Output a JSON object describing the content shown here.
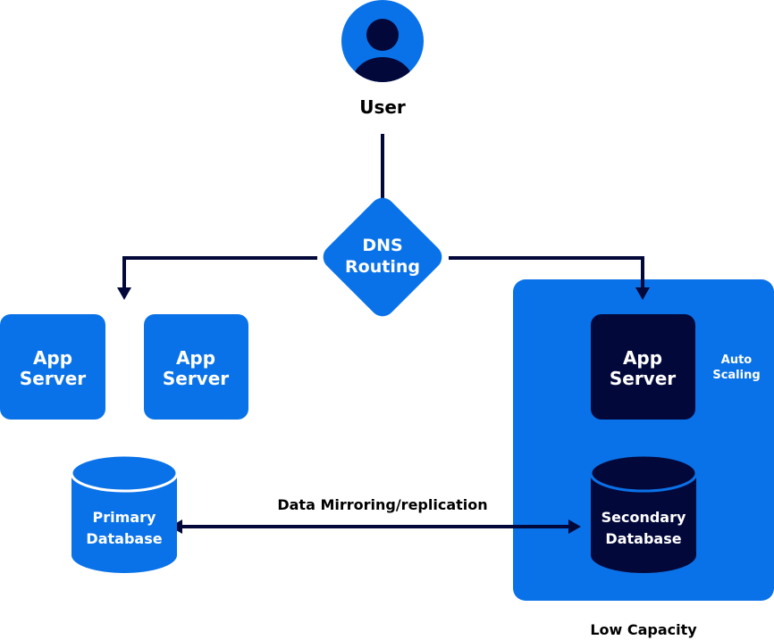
{
  "colors": {
    "primary_blue": "#0A72E8",
    "dark_navy": "#03083A",
    "white": "#FFFFFF",
    "text_dark": "#000000"
  },
  "user": {
    "label": "User",
    "icon": "user-avatar-icon"
  },
  "dns": {
    "line1": "DNS",
    "line2": "Routing"
  },
  "left_cluster": {
    "app_servers": [
      {
        "line1": "App",
        "line2": "Server"
      },
      {
        "line1": "App",
        "line2": "Server"
      }
    ],
    "database": {
      "line1": "Primary",
      "line2": "Database"
    }
  },
  "right_cluster": {
    "app_server": {
      "line1": "App",
      "line2": "Server"
    },
    "auto_scaling": {
      "line1": "Auto",
      "line2": "Scaling"
    },
    "database": {
      "line1": "Secondary",
      "line2": "Database"
    },
    "caption": "Low Capacity"
  },
  "replication": {
    "label": "Data Mirroring/replication"
  }
}
